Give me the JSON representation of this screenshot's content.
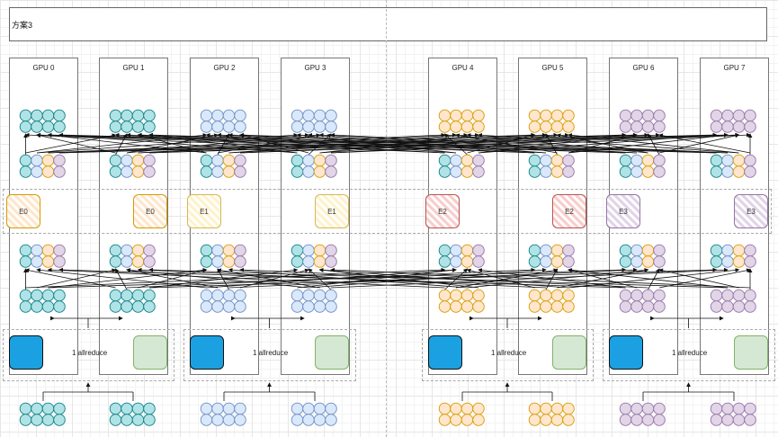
{
  "title": "方案3",
  "colors": {
    "teal": {
      "fill": "#b0e3e6",
      "stroke": "#0e8088"
    },
    "blue": {
      "fill": "#dae8fc",
      "stroke": "#6c8ebf"
    },
    "orange": {
      "fill": "#ffe6cc",
      "stroke": "#d79b00"
    },
    "purple": {
      "fill": "#e1d5e7",
      "stroke": "#9673a6"
    },
    "e0": {
      "fill": "#ffe6cc",
      "stroke": "#d79b00"
    },
    "e1": {
      "fill": "#fff2cc",
      "stroke": "#d6b656"
    },
    "e2": {
      "fill": "#f8cecc",
      "stroke": "#b85450"
    },
    "e3": {
      "fill": "#e1d5e7",
      "stroke": "#9673a6"
    },
    "allreduce_blue": "#1ba1e2",
    "allreduce_green": "#d5e8d4"
  },
  "gpus": [
    {
      "label": "GPU 0",
      "color": "teal"
    },
    {
      "label": "GPU 1",
      "color": "teal"
    },
    {
      "label": "GPU 2",
      "color": "blue"
    },
    {
      "label": "GPU 3",
      "color": "blue"
    },
    {
      "label": "GPU 4",
      "color": "orange"
    },
    {
      "label": "GPU 5",
      "color": "orange"
    },
    {
      "label": "GPU 6",
      "color": "purple"
    },
    {
      "label": "GPU 7",
      "color": "purple"
    }
  ],
  "mixed_group_colors": [
    "teal",
    "blue",
    "orange",
    "purple"
  ],
  "experts": [
    {
      "label": "E0",
      "style": "e0",
      "side": "left"
    },
    {
      "label": "E0",
      "style": "e0",
      "side": "right"
    },
    {
      "label": "E1",
      "style": "e1",
      "side": "left"
    },
    {
      "label": "E1",
      "style": "e1",
      "side": "right"
    },
    {
      "label": "E2",
      "style": "e2",
      "side": "left"
    },
    {
      "label": "E2",
      "style": "e2",
      "side": "right"
    },
    {
      "label": "E3",
      "style": "e3",
      "side": "left"
    },
    {
      "label": "E3",
      "style": "e3",
      "side": "right"
    }
  ],
  "allreduce_groups": [
    {
      "label": "1 allreduce",
      "gpus": [
        0,
        1
      ]
    },
    {
      "label": "1 allreduce",
      "gpus": [
        2,
        3
      ]
    },
    {
      "label": "1 allreduce",
      "gpus": [
        4,
        5
      ]
    },
    {
      "label": "1 allreduce",
      "gpus": [
        6,
        7
      ]
    }
  ]
}
